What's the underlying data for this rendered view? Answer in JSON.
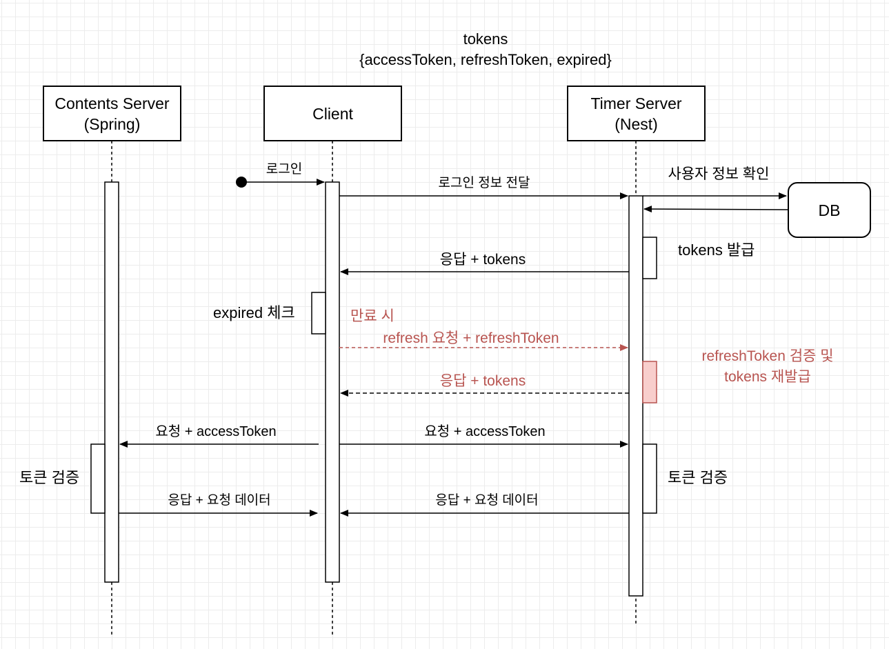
{
  "tokens_note": {
    "line1": "tokens",
    "line2": "{accessToken, refreshToken, expired}"
  },
  "participants": {
    "contents": {
      "line1": "Contents Server",
      "line2": "(Spring)"
    },
    "client": {
      "line1": "Client"
    },
    "timer": {
      "line1": "Timer Server",
      "line2": "(Nest)"
    },
    "db": {
      "label": "DB"
    }
  },
  "messages": {
    "login": "로그인",
    "login_forward": "로그인 정보 전달",
    "user_check": "사용자 정보 확인",
    "tokens_issue": "tokens 발급",
    "response_tokens": "응답 + tokens",
    "expired_check": "expired 체크",
    "on_expire": "만료 시",
    "refresh_request": "refresh 요청 + refreshToken",
    "refresh_verify_line1": "refreshToken 검증 및",
    "refresh_verify_line2": "tokens 재발급",
    "refresh_response": "응답 + tokens",
    "req_contents": "요청 + accessToken",
    "req_timer": "요청 + accessToken",
    "verify_contents": "토큰 검증",
    "verify_timer": "토큰 검증",
    "resp_contents": "응답 + 요청 데이터",
    "resp_timer": "응답 + 요청 데이터"
  },
  "colors": {
    "line": "#000000",
    "alt_flow": "#b85450",
    "alt_activation_fill": "#f8cecc",
    "grid": "#ececec"
  }
}
